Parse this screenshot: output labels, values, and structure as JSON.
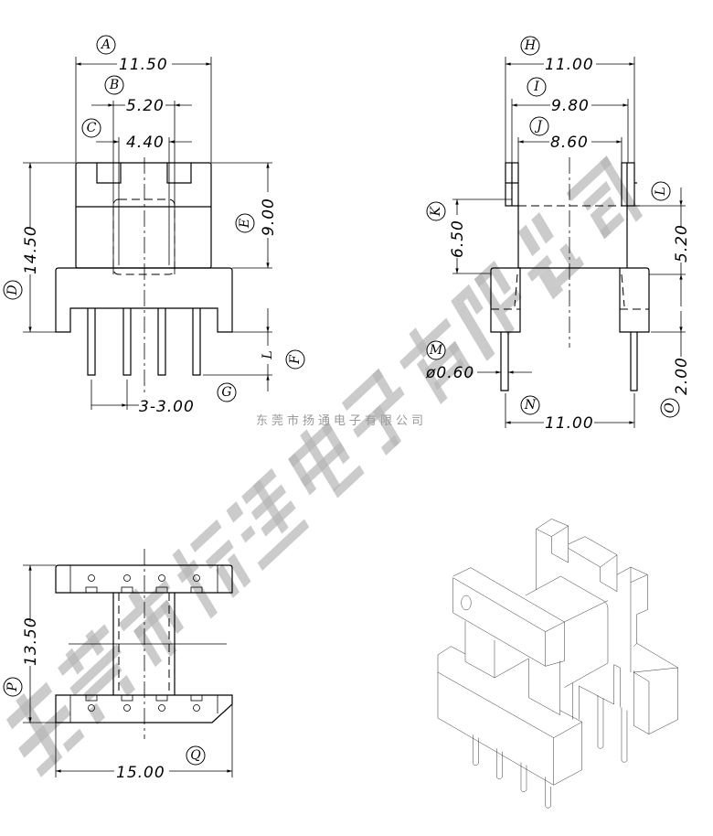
{
  "front_view": {
    "A": {
      "label": "A",
      "value": "11.50"
    },
    "B": {
      "label": "B",
      "value": "5.20"
    },
    "C": {
      "label": "C",
      "value": "4.40"
    },
    "D": {
      "label": "D",
      "value": "14.50"
    },
    "E": {
      "label": "E",
      "value": "9.00"
    },
    "F": {
      "label": "F",
      "value": "L"
    },
    "G": {
      "label": "G",
      "value": "3-3.00"
    }
  },
  "side_view": {
    "H": {
      "label": "H",
      "value": "11.00"
    },
    "I": {
      "label": "I",
      "value": "9.80"
    },
    "J": {
      "label": "J",
      "value": "8.60"
    },
    "K": {
      "label": "K",
      "value": "6.50"
    },
    "L": {
      "label": "L",
      "value": "5.20"
    },
    "M": {
      "label": "M",
      "value": "ø0.60"
    },
    "N": {
      "label": "N",
      "value": "11.00"
    },
    "O": {
      "label": "O",
      "value": "2.00"
    }
  },
  "bottom_view": {
    "P": {
      "label": "P",
      "value": "13.50"
    },
    "Q": {
      "label": "Q",
      "value": "15.00"
    }
  },
  "company_caption": "东莞市扬通电子有限公司",
  "watermark": "东莞市扬通电子有限公司"
}
